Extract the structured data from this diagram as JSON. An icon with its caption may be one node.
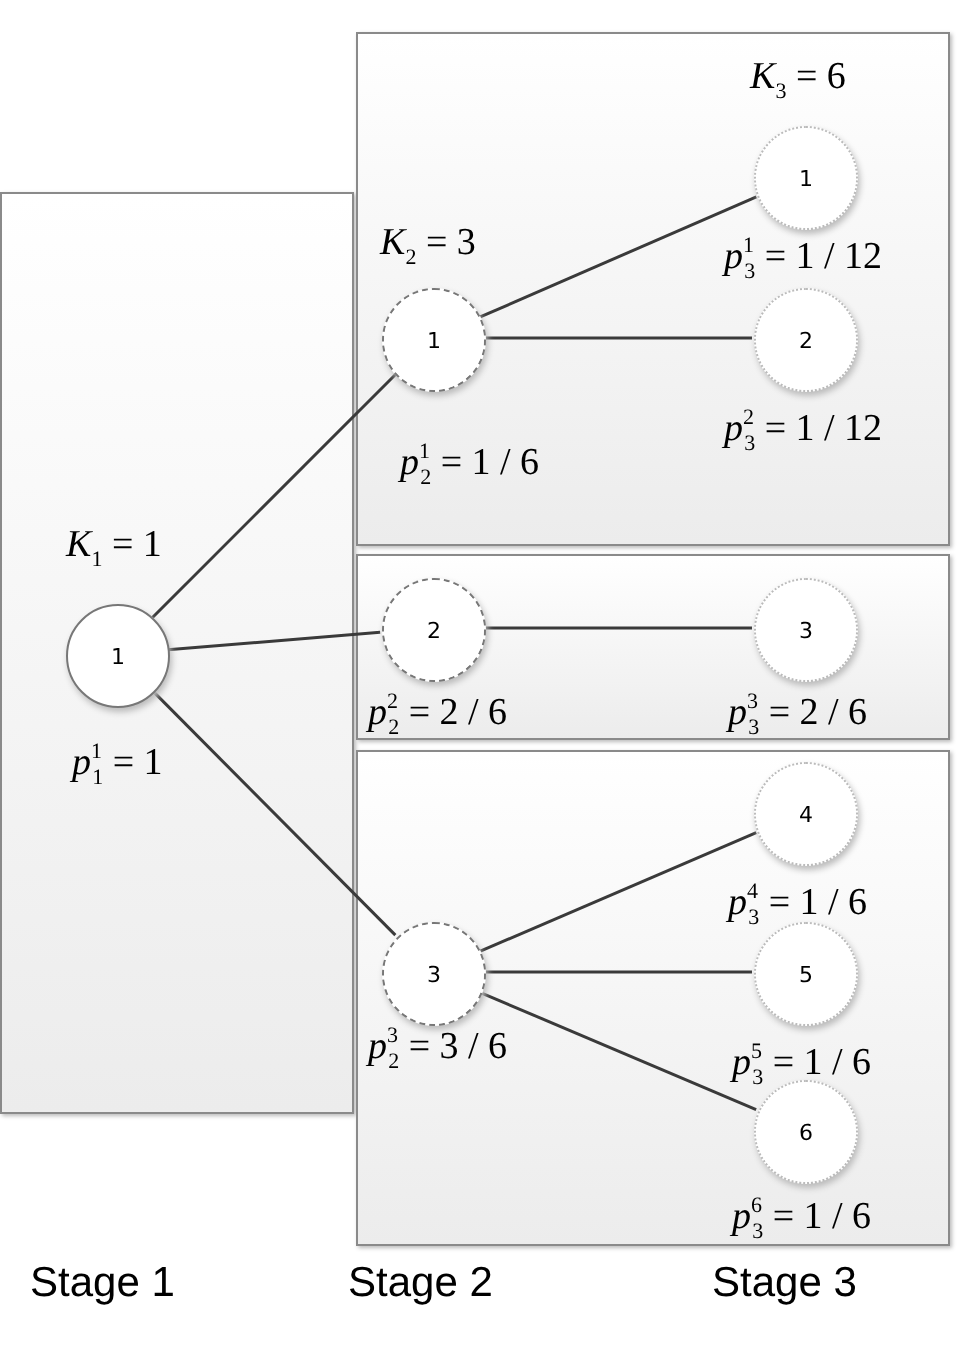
{
  "diagram": {
    "nodes": [
      {
        "text": [
          "*K*$_{1}$ = 1"
        ]
      },
      {
        "text": [
          "1"
        ],
        "in": 0,
        "beside": [
          "*p*$^{1}$$_{1}$ = 1"
        ]
      },
      {
        "text": [
          "*K*$_{2}$ = 3",
          "*K*$_{3}$ = 6"
        ]
      },
      {
        "text": [
          "1"
        ],
        "in": 2,
        "beside": [
          "*p*$^{1}$$_{2}$ = 1 / 6"
        ]
      },
      {
        "text": [
          "1"
        ],
        "in": 2,
        "beside": [
          "*p*$^{1}$$_{3}$ = 1 / 12"
        ]
      },
      {
        "text": [
          "2"
        ],
        "in": 2,
        "beside": [
          "*p*$^{2}$$_{3}$ = 1 / 12"
        ]
      },
      {
        "text": [],
        "shape": "box"
      },
      {
        "text": [
          "2"
        ],
        "in": 6,
        "beside": [
          "*p*$^{2}$$_{2}$ = 2 / 6"
        ]
      },
      {
        "text": [
          "3"
        ],
        "in": 6,
        "beside": [
          "*p*$^{3}$$_{3}$ = 2 / 6"
        ]
      },
      {
        "text": [],
        "shape": "box"
      },
      {
        "text": [
          "3"
        ],
        "in": 9,
        "beside": [
          "*p*$^{3}$$_{2}$ = 3 / 6"
        ]
      },
      {
        "text": [
          "4"
        ],
        "in": 9,
        "beside": [
          "*p*$^{4}$$_{3}$ = 1 / 6"
        ]
      },
      {
        "text": [
          "5"
        ],
        "in": 9,
        "beside": [
          "*p*$^{5}$$_{3}$ = 1 / 6"
        ]
      },
      {
        "text": [
          "6"
        ],
        "in": 9,
        "beside": [
          "*p*$^{6}$$_{3}$ = 1 / 6"
        ]
      }
    ],
    "edges": [
      {
        "from": 1,
        "to": 3,
        "arrow": "none"
      },
      {
        "from": 1,
        "to": 7,
        "arrow": "none"
      },
      {
        "from": 1,
        "to": 10,
        "arrow": "none"
      },
      {
        "from": 3,
        "to": 4,
        "arrow": "none"
      },
      {
        "from": 3,
        "to": 5,
        "arrow": "none"
      },
      {
        "from": 7,
        "to": 8,
        "arrow": "none"
      },
      {
        "from": 10,
        "to": 11,
        "arrow": "none"
      },
      {
        "from": 10,
        "to": 12,
        "arrow": "none"
      },
      {
        "from": 10,
        "to": 13,
        "arrow": "none"
      }
    ],
    "labels": [
      "Stage 1",
      "Stage 2",
      "Stage 3"
    ]
  }
}
